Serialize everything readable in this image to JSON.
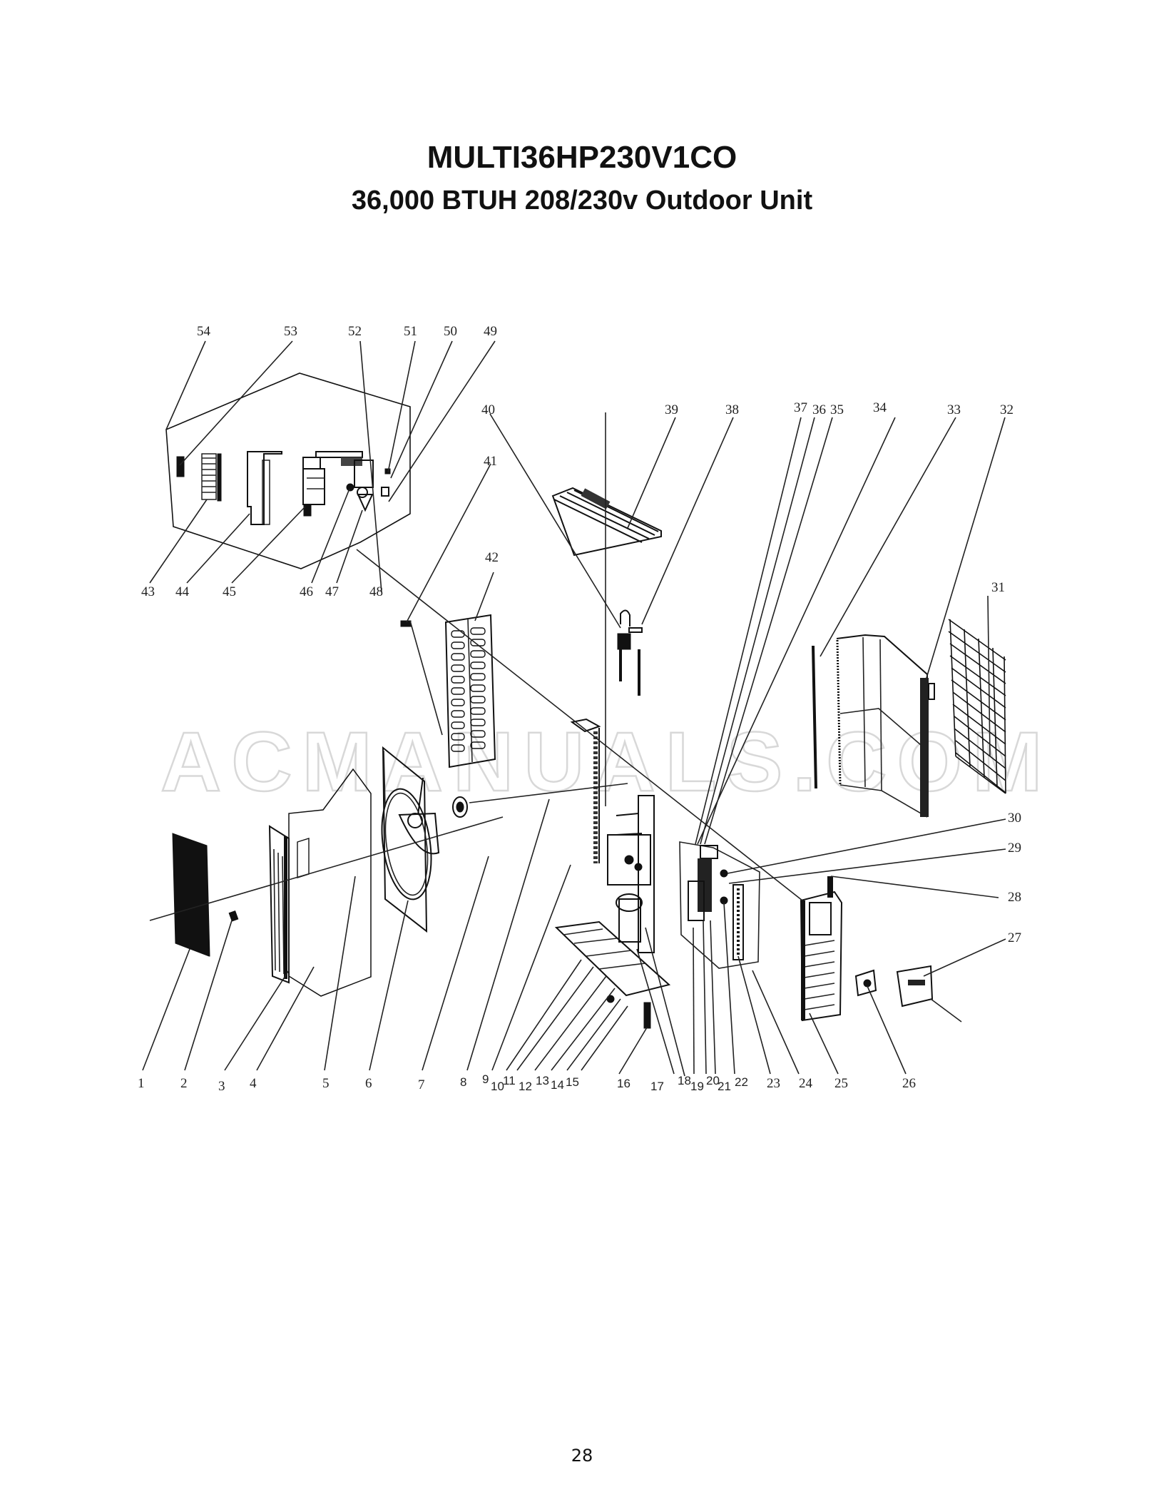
{
  "header": {
    "model": "MULTI36HP230V1CO",
    "subtitle": "36,000 BTUH 208/230v Outdoor Unit"
  },
  "watermark": "ACMANUALS.COM",
  "diagram": {
    "type": "exploded-parts-view",
    "callouts": {
      "c1": "1",
      "c2": "2",
      "c3": "3",
      "c4": "4",
      "c5": "5",
      "c6": "6",
      "c7": "7",
      "c8": "8",
      "c9": "9",
      "c10": "10",
      "c11": "11",
      "c12": "12",
      "c13": "13",
      "c14": "14",
      "c15": "15",
      "c16": "16",
      "c17": "17",
      "c18": "18",
      "c19": "19",
      "c20": "20",
      "c21": "21",
      "c22": "22",
      "c23": "23",
      "c24": "24",
      "c25": "25",
      "c26": "26",
      "c27": "27",
      "c28": "28",
      "c29": "29",
      "c30": "30",
      "c31": "31",
      "c32": "32",
      "c33": "33",
      "c34": "34",
      "c35": "35",
      "c36": "36",
      "c37": "37",
      "c38": "38",
      "c39": "39",
      "c40": "40",
      "c41": "41",
      "c42": "42",
      "c43": "43",
      "c44": "44",
      "c45": "45",
      "c46": "46",
      "c47": "47",
      "c48": "48",
      "c49": "49",
      "c50": "50",
      "c51": "51",
      "c52": "52",
      "c53": "53",
      "c54": "54"
    }
  },
  "footer": {
    "page_number": "28"
  }
}
